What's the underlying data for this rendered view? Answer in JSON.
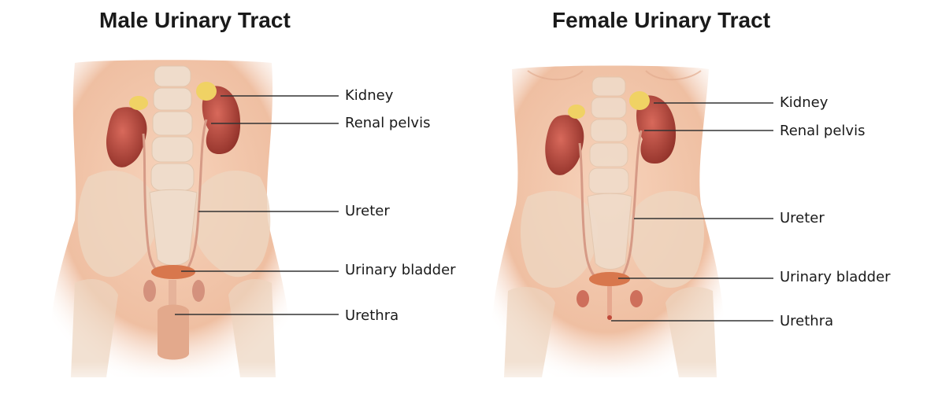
{
  "male": {
    "title": "Male Urinary Tract",
    "labels": {
      "kidney": "Kidney",
      "renal_pelvis": "Renal pelvis",
      "ureter": "Ureter",
      "urinary_bladder": "Urinary bladder",
      "urethra": "Urethra"
    }
  },
  "female": {
    "title": "Female Urinary Tract",
    "labels": {
      "kidney": "Kidney",
      "renal_pelvis": "Renal pelvis",
      "ureter": "Ureter",
      "urinary_bladder": "Urinary bladder",
      "urethra": "Urethra"
    }
  },
  "colors": {
    "skin": "#f2c4a8",
    "skin_shadow": "#e0a688",
    "bone": "#eedac6",
    "kidney": "#b5453a",
    "adrenal": "#f0d060",
    "bladder": "#d9764e",
    "leader_line": "#333333"
  }
}
